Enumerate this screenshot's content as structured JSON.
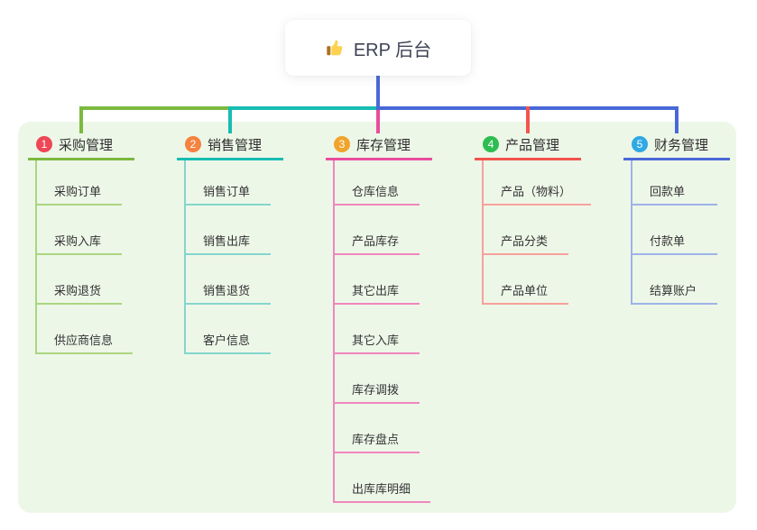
{
  "root": {
    "title": "ERP 后台",
    "icon": "thumbs-up-icon",
    "line_color": "#4a68d8"
  },
  "panel": {
    "background": "#edf7e8"
  },
  "branches": [
    {
      "badge": "1",
      "title": "采购管理",
      "colors": {
        "badge": "#ee4757",
        "line": "#7cb93f",
        "soft": "#abd681"
      },
      "children": [
        "采购订单",
        "采购入库",
        "采购退货",
        "供应商信息"
      ]
    },
    {
      "badge": "2",
      "title": "销售管理",
      "colors": {
        "badge": "#f5823e",
        "line": "#18bcb2",
        "soft": "#83d6cd"
      },
      "children": [
        "销售订单",
        "销售出库",
        "销售退货",
        "客户信息"
      ]
    },
    {
      "badge": "3",
      "title": "库存管理",
      "colors": {
        "badge": "#f0a42c",
        "line": "#e94d9d",
        "soft": "#f186be"
      },
      "children": [
        "仓库信息",
        "产品库存",
        "其它出库",
        "其它入库",
        "库存调拨",
        "库存盘点",
        "出库库明细"
      ]
    },
    {
      "badge": "4",
      "title": "产品管理",
      "colors": {
        "badge": "#2dbd51",
        "line": "#f4544d",
        "soft": "#f6a19b"
      },
      "children": [
        "产品（物料）",
        "产品分类",
        "产品单位"
      ]
    },
    {
      "badge": "5",
      "title": "财务管理",
      "colors": {
        "badge": "#2fa9e4",
        "line": "#4a68d8",
        "soft": "#9db3e8"
      },
      "children": [
        "回款单",
        "付款单",
        "结算账户"
      ]
    }
  ]
}
